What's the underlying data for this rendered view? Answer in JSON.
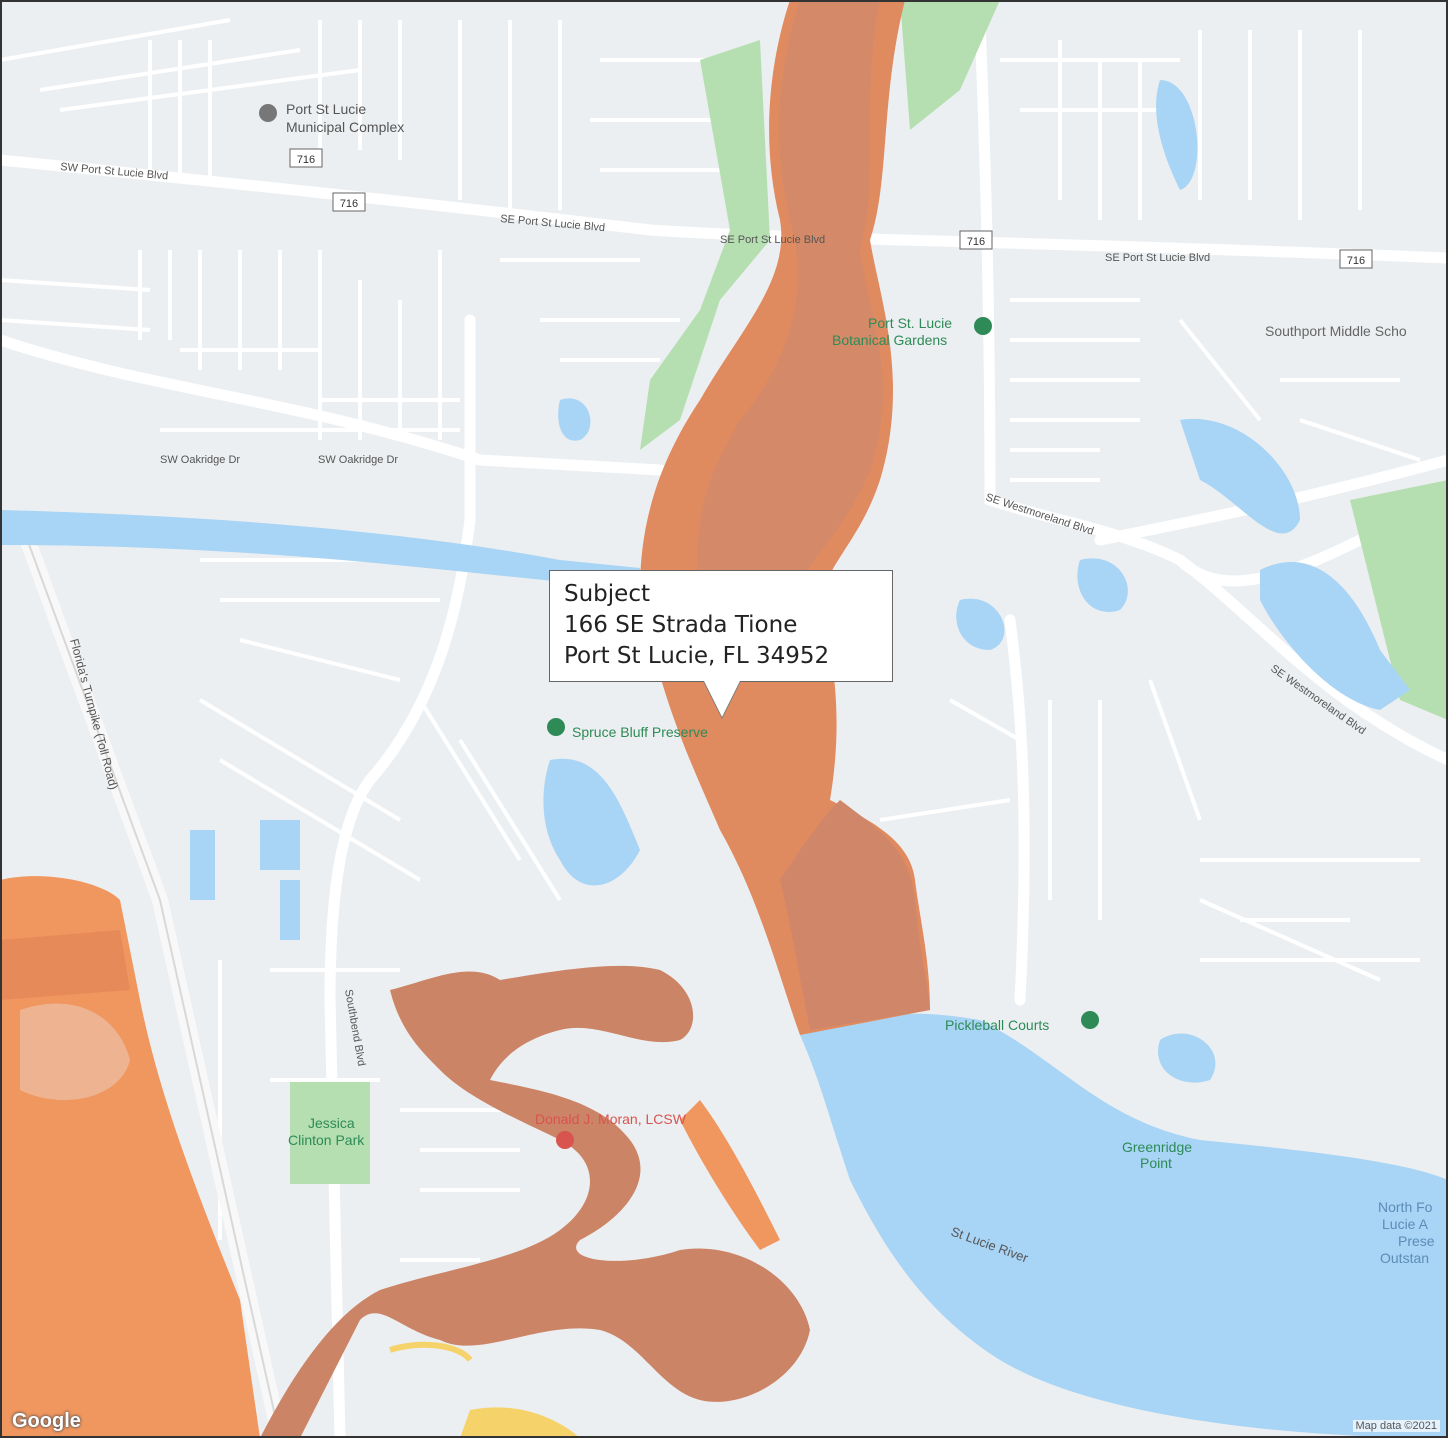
{
  "callout": {
    "label": "Subject",
    "address_line1": "166 SE Strada Tione",
    "address_line2": "Port St Lucie, FL  34952"
  },
  "places": {
    "municipal": "Port St Lucie",
    "municipal2": "Municipal Complex",
    "botanical": "Port St. Lucie",
    "botanical2": "Botanical Gardens",
    "southport": "Southport Middle Scho",
    "spruce": "Spruce Bluff Preserve",
    "pickleball": "Pickleball Courts",
    "jessica": "Jessica",
    "jessica2": "Clinton Park",
    "donald": "Donald J. Moran, LCSW",
    "greenridge": "Greenridge",
    "greenridge2": "Point",
    "northfork": "North Fo",
    "northfork2": "Lucie A",
    "northfork3": "Prese",
    "northfork4": "Outstan",
    "river": "St Lucie River",
    "turnpike": "Florida's Turnpike (Toll Road)"
  },
  "roads": {
    "pslblvd_w": "SW Port St Lucie Blvd",
    "pslblvd_c": "SE Port St Lucie Blvd",
    "pslblvd_c2": "SE Port St Lucie Blvd",
    "pslblvd_e": "SE Port St Lucie Blvd",
    "oakridge1": "SW Oakridge Dr",
    "oakridge2": "SW Oakridge Dr",
    "westmoreland": "SE Westmoreland Blvd",
    "westmoreland2": "SE Westmoreland Blvd",
    "southbend": "Southbend Blvd"
  },
  "shields": {
    "r1": "716",
    "r2": "716",
    "r3": "716",
    "r4": "716"
  },
  "branding": {
    "logo": "Google",
    "attribution": "Map data ©2021"
  },
  "colors": {
    "land": "#eceff1",
    "water": "#a8d4f5",
    "park": "#b5dfb1",
    "road": "#ffffff",
    "flood_dark": "#d4866a",
    "flood_light": "#f0965f",
    "flood_yellow": "#f5d36a",
    "place_green": "#2e8b57",
    "place_red": "#d9534f"
  }
}
